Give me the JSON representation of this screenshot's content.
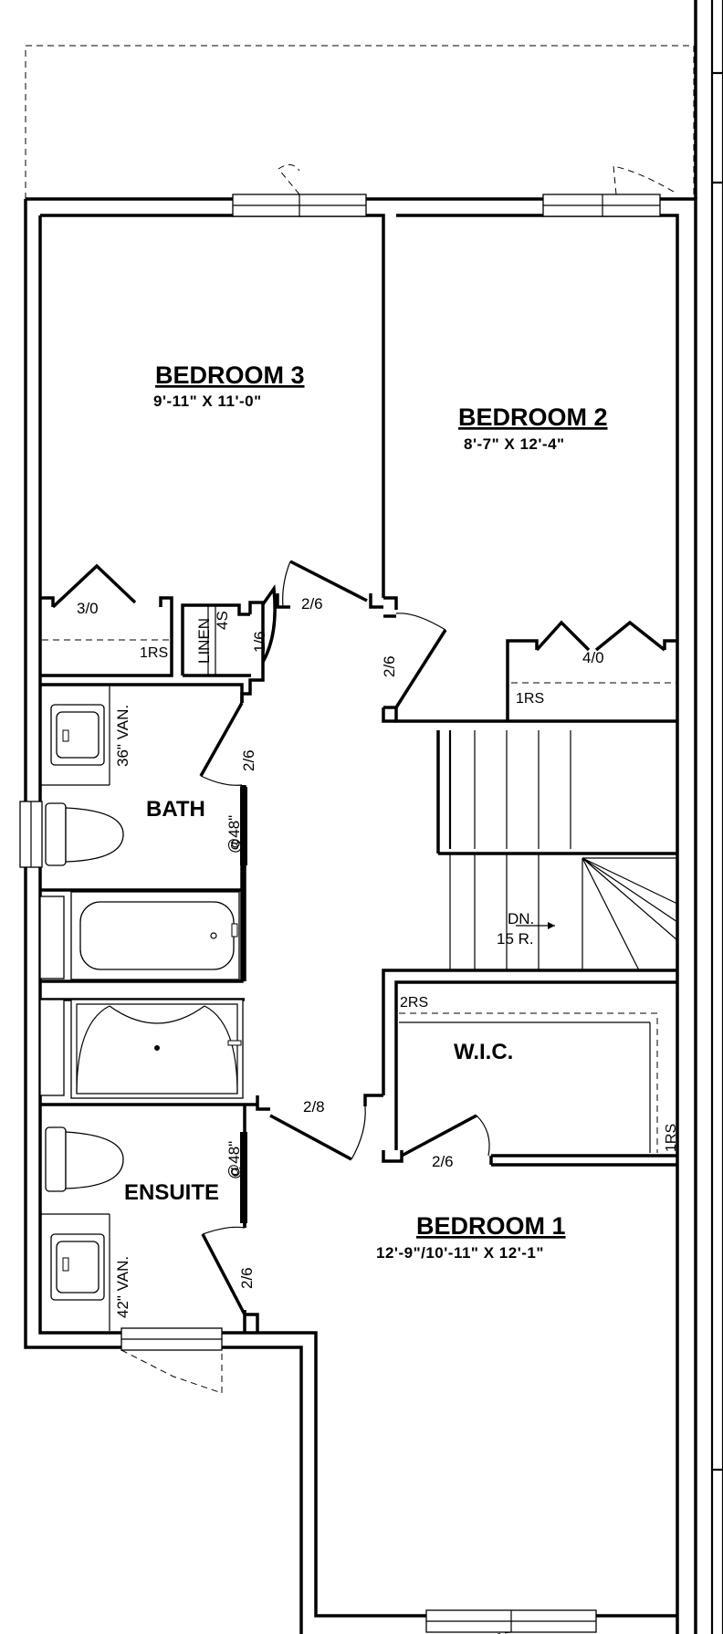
{
  "rooms": {
    "bedroom3": {
      "name": "BEDROOM 3",
      "dim": "9'-11\" X 11'-0\""
    },
    "bedroom2": {
      "name": "BEDROOM 2",
      "dim": "8'-7\" X 12'-4\""
    },
    "bedroom1": {
      "name": "BEDROOM 1",
      "dim": "12'-9\"/10'-11\" X 12'-1\""
    },
    "bath": {
      "name": "BATH"
    },
    "ensuite": {
      "name": "ENSUITE"
    },
    "wic": {
      "name": "W.I.C."
    },
    "linen": {
      "name": "LINEN",
      "shelves": "4S"
    }
  },
  "doors": {
    "closet3": "3/0",
    "bed3": "2/6",
    "linen": "1/6",
    "bed2": "2/6",
    "bath": "2/6",
    "closet2": "4/0",
    "ensuite_entry": "2/8",
    "wic": "2/6",
    "ensuite_wc": "2/6"
  },
  "rods": {
    "closet3": "1RS",
    "closet2": "1RS",
    "wic_top": "2RS",
    "wic_side": "1RS"
  },
  "fixtures": {
    "bath_vanity": "36\" VAN.",
    "ensuite_vanity": "42\" VAN.",
    "bath_grab": "@48\"",
    "ensuite_grab": "@48\""
  },
  "stairs": {
    "direction": "DN.",
    "risers": "15 R."
  }
}
